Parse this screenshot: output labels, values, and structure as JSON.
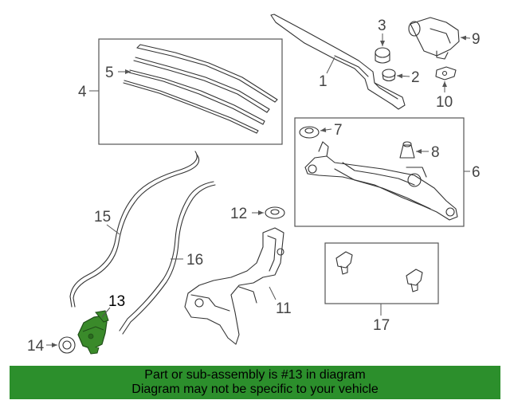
{
  "callouts": {
    "c1": "1",
    "c2": "2",
    "c3": "3",
    "c4": "4",
    "c5": "5",
    "c6": "6",
    "c7": "7",
    "c8": "8",
    "c9": "9",
    "c10": "10",
    "c11": "11",
    "c12": "12",
    "c13": "13",
    "c14": "14",
    "c15": "15",
    "c16": "16",
    "c17": "17"
  },
  "colors": {
    "highlight_part": "#3a8a2a",
    "banner": "#2c8f2c"
  },
  "banner": {
    "line1": "Part or sub-assembly is #13 in diagram",
    "line2": "Diagram may not be specific to your vehicle"
  }
}
